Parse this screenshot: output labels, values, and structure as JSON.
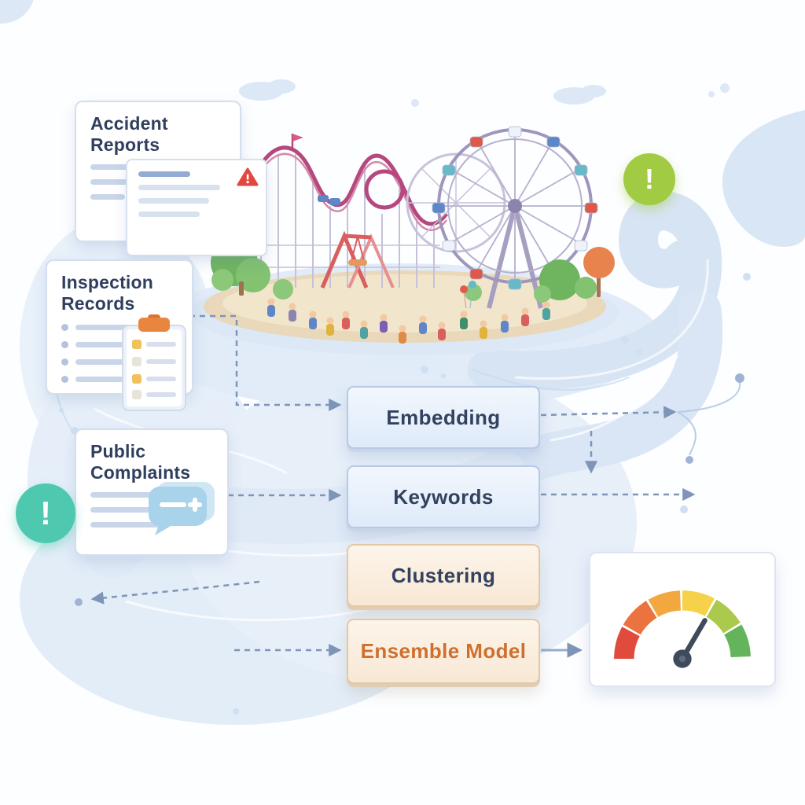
{
  "sources": {
    "accident_reports": {
      "label": "Accident Reports"
    },
    "inspection_records": {
      "label": "Inspection Records"
    },
    "public_complaints": {
      "label": "Public Complaints"
    }
  },
  "stages": {
    "embedding": {
      "label": "Embedding"
    },
    "keywords": {
      "label": "Keywords"
    },
    "clustering": {
      "label": "Clustering"
    },
    "ensemble_model": {
      "label": "Ensemble Model"
    }
  },
  "badges": {
    "teal_alert": {
      "glyph": "!"
    },
    "green_alert": {
      "glyph": "!"
    }
  },
  "gauge": {
    "segment_colors": [
      "#e04b3c",
      "#ea7340",
      "#f2a83e",
      "#f5d24a",
      "#abc94c",
      "#63b45a"
    ],
    "needle_color": "#3f4a5a"
  },
  "colors": {
    "text_navy": "#33425f",
    "text_orange": "#cf6f2d",
    "stage_blue_border": "#b6c9e6",
    "stage_peach_border": "#e4c8a6",
    "badge_teal": "#4ec9b0",
    "badge_green": "#a0cb42",
    "swirl_blue": "#dce8f6",
    "connector": "#7e95b8",
    "warning_red": "#e2483f"
  }
}
